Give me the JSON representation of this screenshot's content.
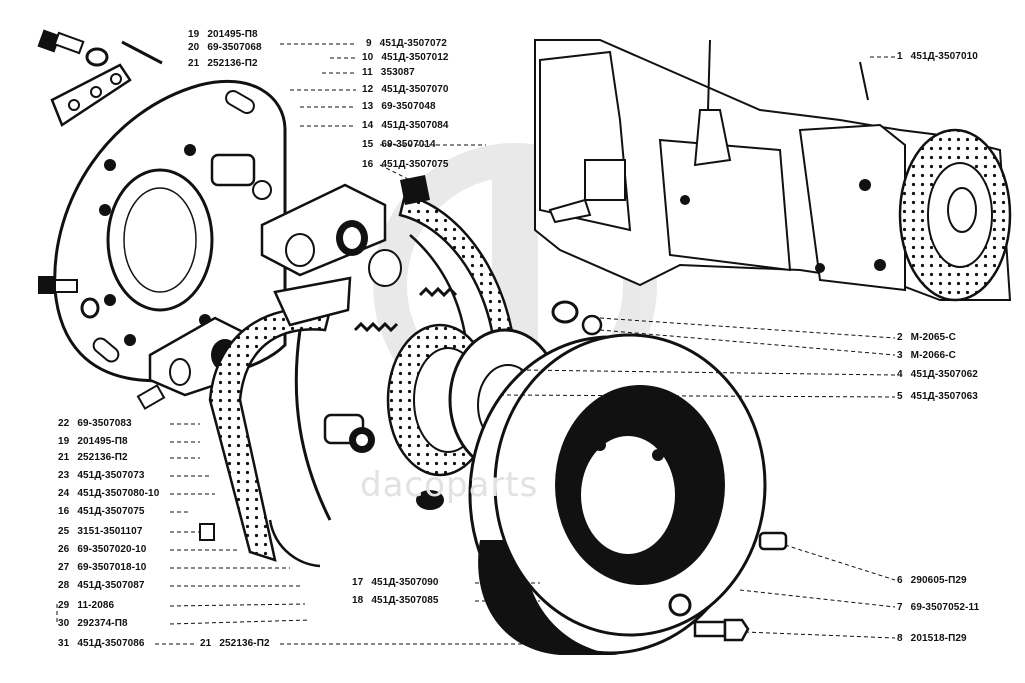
{
  "watermark": {
    "text": "dacoparts"
  },
  "callouts_left_top": [
    {
      "num": "19",
      "part": "201495-П8"
    },
    {
      "num": "20",
      "part": "69-3507068"
    },
    {
      "num": "21",
      "part": "252136-П2"
    }
  ],
  "callouts_center_top": [
    {
      "num": "9",
      "part": "451Д-3507072"
    },
    {
      "num": "10",
      "part": "451Д-3507012"
    },
    {
      "num": "11",
      "part": "353087"
    },
    {
      "num": "12",
      "part": "451Д-3507070"
    },
    {
      "num": "13",
      "part": "69-3507048"
    },
    {
      "num": "14",
      "part": "451Д-3507084"
    },
    {
      "num": "15",
      "part": "69-3507014"
    },
    {
      "num": "16",
      "part": "451Д-3507075"
    }
  ],
  "callouts_right": [
    {
      "num": "1",
      "part": "451Д-3507010"
    },
    {
      "num": "2",
      "part": "М-2065-С"
    },
    {
      "num": "3",
      "part": "М-2066-С"
    },
    {
      "num": "4",
      "part": "451Д-3507062"
    },
    {
      "num": "5",
      "part": "451Д-3507063"
    },
    {
      "num": "6",
      "part": "290605-П29"
    },
    {
      "num": "7",
      "part": "69-3507052-11"
    },
    {
      "num": "8",
      "part": "201518-П29"
    }
  ],
  "callouts_left_bottom": [
    {
      "num": "22",
      "part": "69-3507083"
    },
    {
      "num": "19",
      "part": "201495-П8"
    },
    {
      "num": "21",
      "part": "252136-П2"
    },
    {
      "num": "23",
      "part": "451Д-3507073"
    },
    {
      "num": "24",
      "part": "451Д-3507080-10"
    },
    {
      "num": "16",
      "part": "451Д-3507075"
    },
    {
      "num": "25",
      "part": "3151-3501107"
    },
    {
      "num": "26",
      "part": "69-3507020-10"
    },
    {
      "num": "27",
      "part": "69-3507018-10"
    },
    {
      "num": "28",
      "part": "451Д-3507087"
    },
    {
      "num": "29",
      "part": "11-2086"
    },
    {
      "num": "30",
      "part": "292374-П8"
    },
    {
      "num": "31",
      "part": "451Д-3507086"
    }
  ],
  "callouts_center_bottom": [
    {
      "num": "17",
      "part": "451Д-3507090"
    },
    {
      "num": "18",
      "part": "451Д-3507085"
    },
    {
      "num": "21",
      "part": "252136-П2"
    }
  ]
}
